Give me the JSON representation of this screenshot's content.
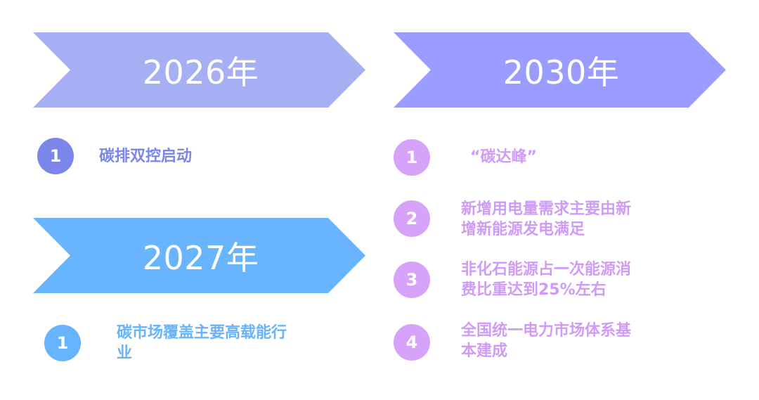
{
  "sections": {
    "y2026": {
      "year_label": "2026年",
      "color": "#a6aff3",
      "accent": "#7b86ea",
      "items": [
        {
          "number": "1",
          "text": "碳排双控启动"
        }
      ]
    },
    "y2027": {
      "year_label": "2027年",
      "color": "#69b4ff",
      "accent": "#67b4fc",
      "items": [
        {
          "number": "1",
          "text_line1": "碳市场覆盖主要高载能行",
          "text_line2": "业"
        }
      ]
    },
    "y2030": {
      "year_label": "2030年",
      "color": "#9b9cff",
      "accent": "#d6a2fa",
      "items": [
        {
          "number": "1",
          "text": "“碳达峰”"
        },
        {
          "number": "2",
          "text_line1": "新增用电量需求主要由新",
          "text_line2": "增新能源发电满足"
        },
        {
          "number": "3",
          "text_line1": "非化石能源占一次能源消",
          "text_line2": "费比重达到25%左右"
        },
        {
          "number": "4",
          "text_line1": "全国统一电力市场体系基",
          "text_line2": "本建成"
        }
      ]
    }
  }
}
